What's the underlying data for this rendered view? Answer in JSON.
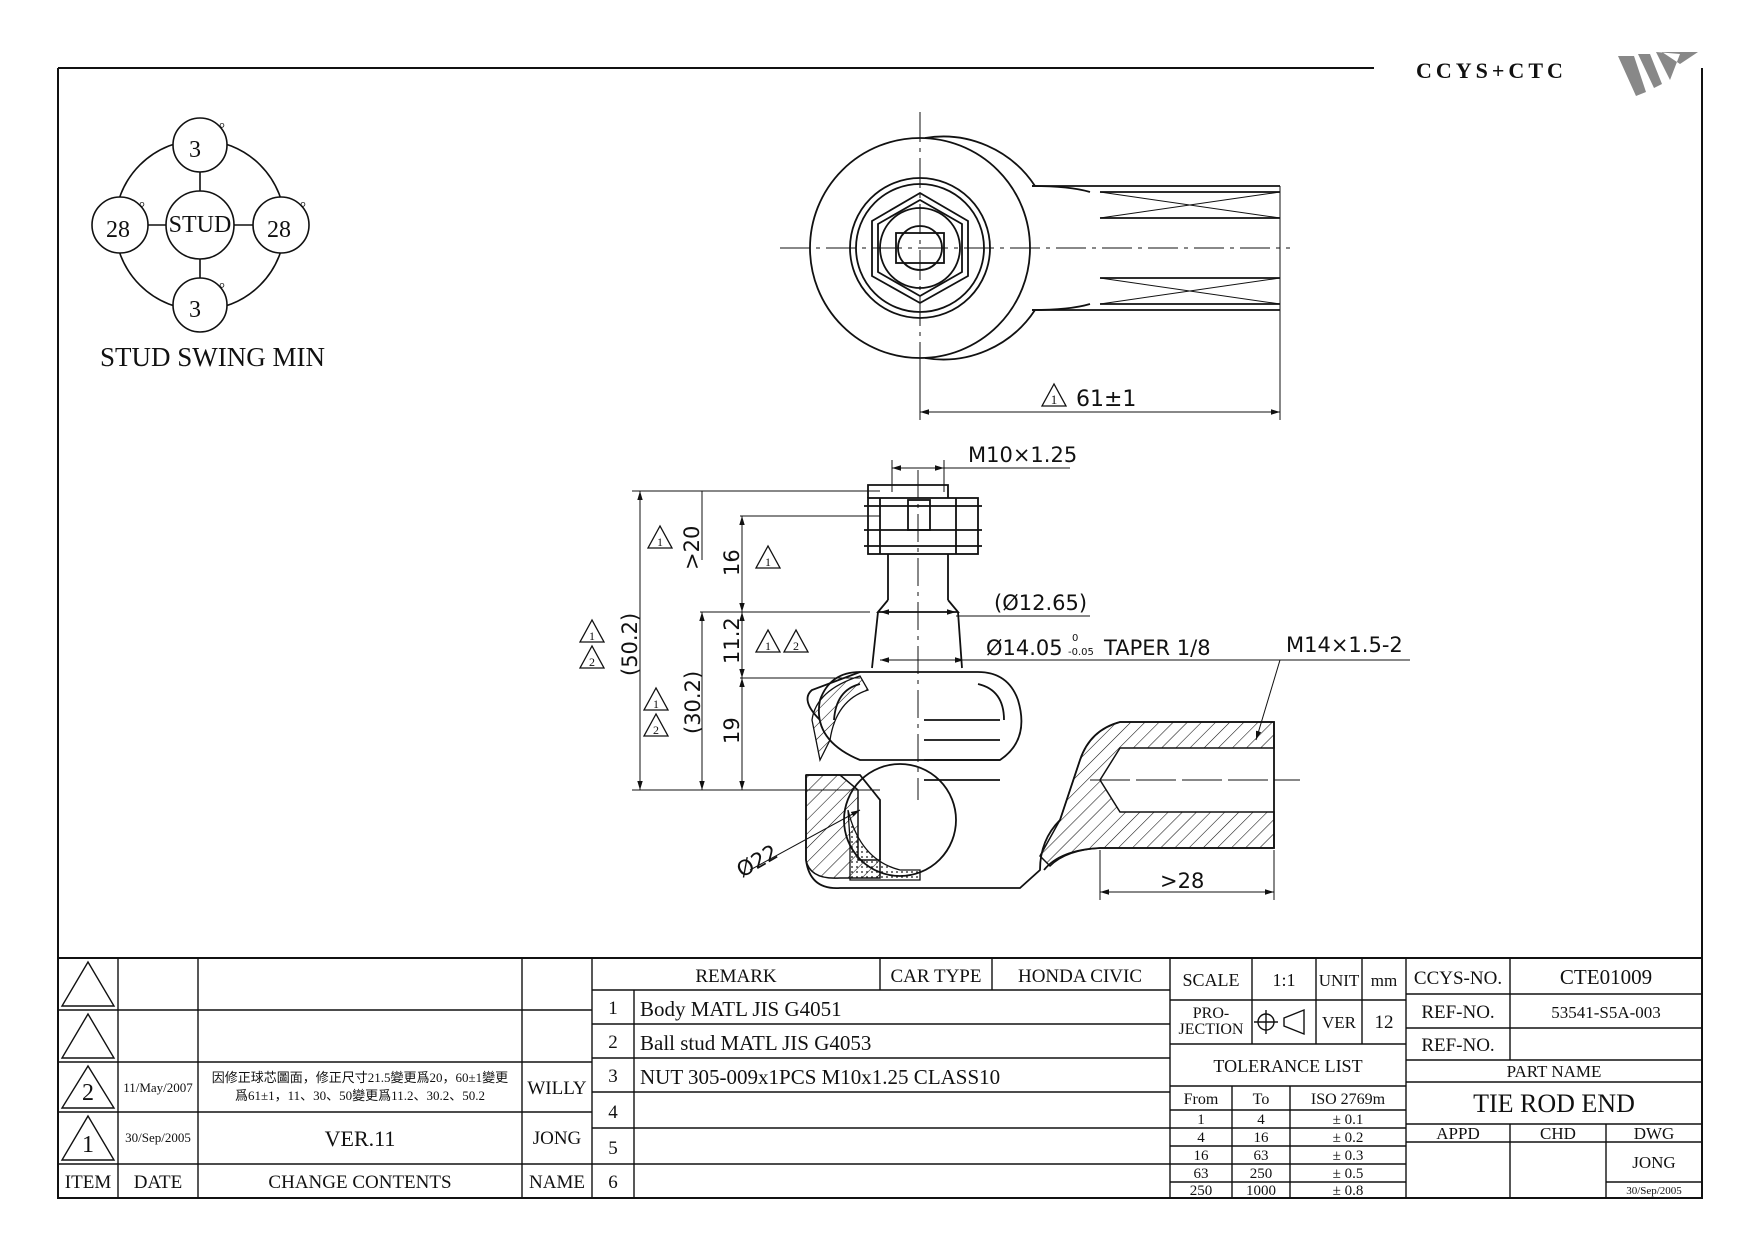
{
  "logo": {
    "text": "CCYS+CTC"
  },
  "swing": {
    "top": "3",
    "bottom": "3",
    "left": "28",
    "right": "28",
    "center": "STUD",
    "deg": "°",
    "caption": "STUD SWING MIN"
  },
  "dims": {
    "length_61": "61±1",
    "thread_m10": "M10×1.25",
    "d_1265": "(Ø12.65)",
    "d_1405": "Ø14.05",
    "tol_upper": "0",
    "tol_lower": "-0.05",
    "taper": "TAPER 1/8",
    "thread_m14": "M14×1.5-2",
    "v_502": "(50.2)",
    "v_302": "(30.2)",
    "v_20": ">20",
    "v_16": "16",
    "v_112": "11.2",
    "v_19": "19",
    "d_22": "Ø22",
    "len_28": ">28",
    "rev1": "1",
    "rev2": "2"
  },
  "revisions": {
    "header": {
      "item": "ITEM",
      "date": "DATE",
      "change": "CHANGE CONTENTS",
      "name": "NAME"
    },
    "rows": [
      {
        "item": "",
        "date": "",
        "change": "",
        "name": ""
      },
      {
        "item": "",
        "date": "",
        "change": "",
        "name": ""
      },
      {
        "item": "2",
        "date": "11/May/2007",
        "change_l1": "因修正球芯圖面，修正尺寸21.5變更爲20，60±1變更",
        "change_l2": "爲61±1，11、30、50變更爲11.2、30.2、50.2",
        "name": "WILLY"
      },
      {
        "item": "1",
        "date": "30/Sep/2005",
        "change": "VER.11",
        "name": "JONG"
      }
    ]
  },
  "remarks": {
    "header": "REMARK",
    "car_type_label": "CAR TYPE",
    "car_type": "HONDA CIVIC",
    "items": [
      {
        "no": "1",
        "text": "Body MATL JIS G4051"
      },
      {
        "no": "2",
        "text": "Ball stud MATL JIS G4053"
      },
      {
        "no": "3",
        "text": "NUT 305-009x1PCS M10x1.25 CLASS10"
      },
      {
        "no": "4",
        "text": ""
      },
      {
        "no": "5",
        "text": ""
      },
      {
        "no": "6",
        "text": ""
      }
    ]
  },
  "scale": {
    "scale_label": "SCALE",
    "scale": "1:1",
    "unit_label": "UNIT",
    "unit": "mm",
    "proj_l1": "PRO-",
    "proj_l2": "JECTION",
    "ver_label": "VER",
    "ver": "12"
  },
  "tolerance": {
    "title": "TOLERANCE LIST",
    "from": "From",
    "to": "To",
    "std": "ISO 2769m",
    "rows": [
      {
        "from": "1",
        "to": "4",
        "tol": "± 0.1"
      },
      {
        "from": "4",
        "to": "16",
        "tol": "± 0.2"
      },
      {
        "from": "16",
        "to": "63",
        "tol": "± 0.3"
      },
      {
        "from": "63",
        "to": "250",
        "tol": "± 0.5"
      },
      {
        "from": "250",
        "to": "1000",
        "tol": "± 0.8"
      }
    ]
  },
  "title_block": {
    "ccys_no_label": "CCYS-NO.",
    "ccys_no": "CTE01009",
    "ref_no_label": "REF-NO.",
    "ref_no": "53541-S5A-003",
    "ref_no2_label": "REF-NO.",
    "ref_no2": "",
    "part_name_label": "PART NAME",
    "part_name": "TIE ROD END",
    "appd": "APPD",
    "chd": "CHD",
    "dwg": "DWG",
    "dwg_name": "JONG",
    "dwg_date": "30/Sep/2005"
  }
}
